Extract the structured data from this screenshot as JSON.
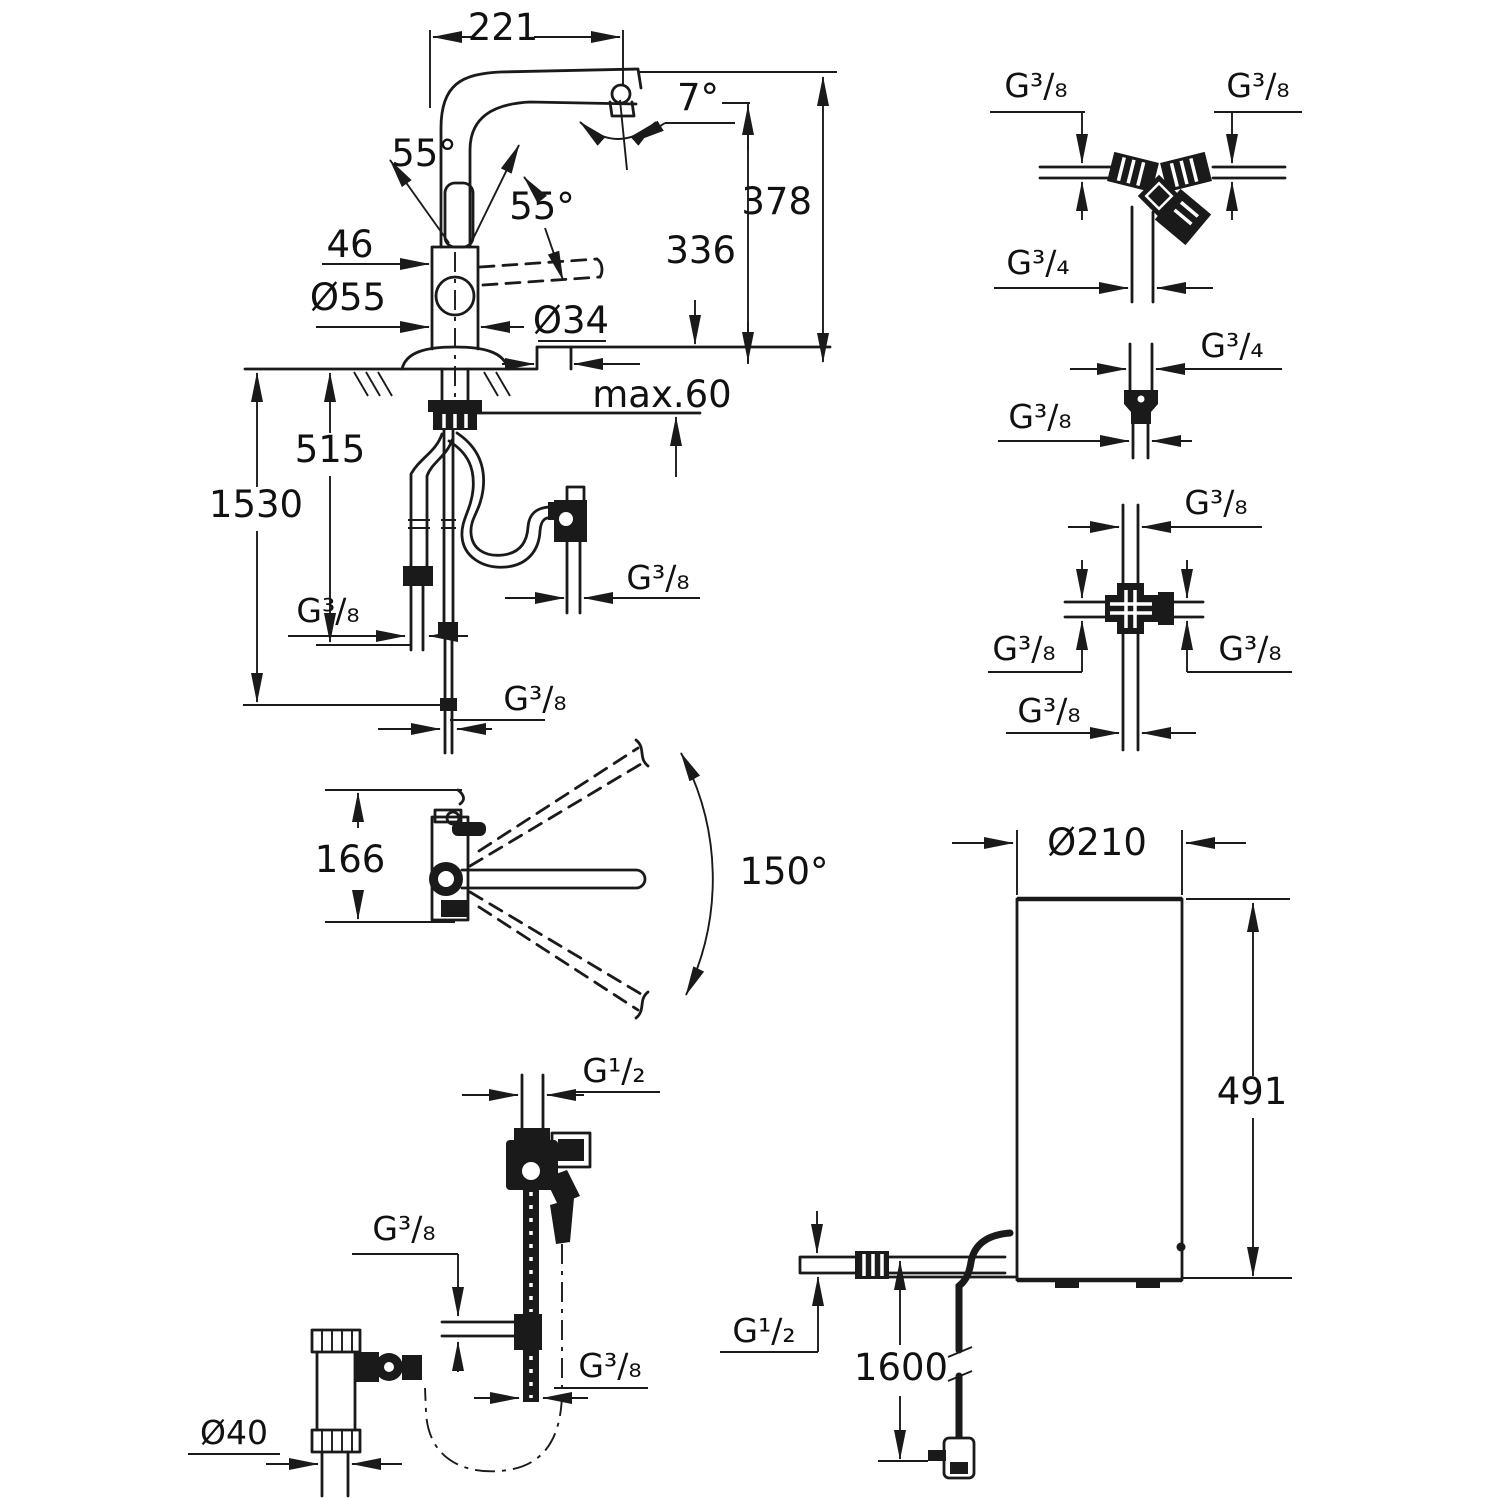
{
  "drawing": {
    "type": "kitchen faucet and water system installation dimension drawing",
    "units": "mm",
    "front_view": {
      "spout_reach": "221",
      "spout_tilt_angle": "7°",
      "height_total": "378",
      "height_outlet": "336",
      "lever_angle_side": "55°",
      "lever_angle_front": "55°",
      "body_offset": "46",
      "body_diameter": "Ø55",
      "hole_diameter": "Ø34",
      "deck_thickness": "max.60",
      "hose_length_mid": "515",
      "hose_length_total": "1530",
      "connection_left": "G³/₈",
      "connection_mid": "G³/₈",
      "connection_valve": "G³/₈"
    },
    "y_fitting": {
      "left": "G³/₈",
      "right": "G³/₈",
      "outlet": "G³/₄"
    },
    "adapter_fitting": {
      "top": "G³/₄",
      "bottom": "G³/₈"
    },
    "cross_fitting": {
      "top": "G³/₈",
      "left": "G³/₈",
      "right": "G³/₈",
      "bottom": "G³/₈"
    },
    "top_view": {
      "body_depth": "166",
      "swivel_angle": "150°"
    },
    "drain_assembly": {
      "inlet": "G¹/₂",
      "branch": "G³/₈",
      "outlet": "G³/₈",
      "trap_diameter": "Ø40"
    },
    "boiler": {
      "diameter": "Ø210",
      "height": "491",
      "connection": "G¹/₂",
      "cable_length": "1600"
    }
  }
}
